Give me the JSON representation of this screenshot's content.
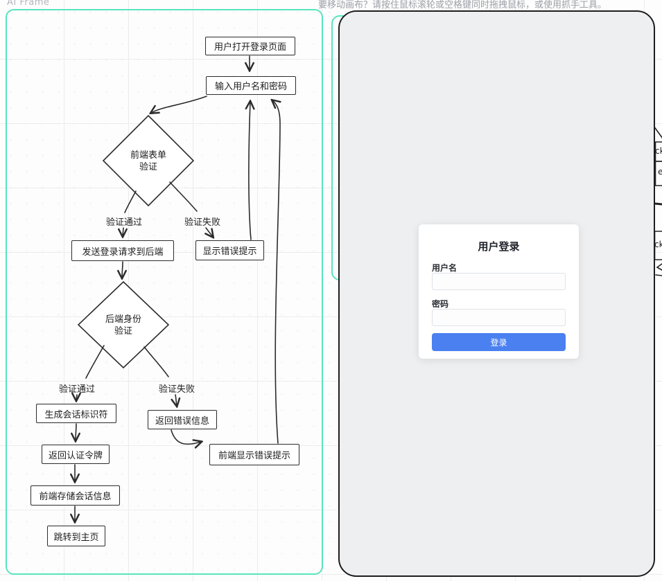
{
  "app": {
    "frame_label": "AI Frame",
    "canvas_hint": "要移动画布？请按住鼠标滚轮或空格键同时拖拽鼠标，或使用抓手工具。"
  },
  "flowchart": {
    "nodes": {
      "open_page": "用户打开登录页面",
      "input_credentials": "输入用户名和密码",
      "frontend_validation": "前端表单\n验证",
      "send_request": "发送登录请求到后端",
      "show_error": "显示错误提示",
      "backend_auth": "后端身份\n验证",
      "create_session": "生成会话标识符",
      "return_error": "返回错误信息",
      "return_token": "返回认证令牌",
      "frontend_show_error": "前端显示错误提示",
      "store_session": "前端存储会话信息",
      "goto_home": "跳转到主页"
    },
    "edge_labels": {
      "fe_pass": "验证通过",
      "fe_fail": "验证失败",
      "be_pass": "验证通过",
      "be_fail": "验证失败"
    }
  },
  "preview": {
    "login_form": {
      "title": "用户登录",
      "username_label": "用户名",
      "username_placeholder": "",
      "password_label": "密码",
      "password_placeholder": "",
      "submit_label": "登录"
    }
  },
  "clipped_shapes": {
    "frag1": "ck",
    "frag2": "e",
    "frag3": "ck"
  },
  "colors": {
    "frame_accent": "#57e4be",
    "primary_button": "#4a80f0",
    "panel_bg": "#edeff1",
    "sketch_stroke": "#2b2b2b"
  }
}
